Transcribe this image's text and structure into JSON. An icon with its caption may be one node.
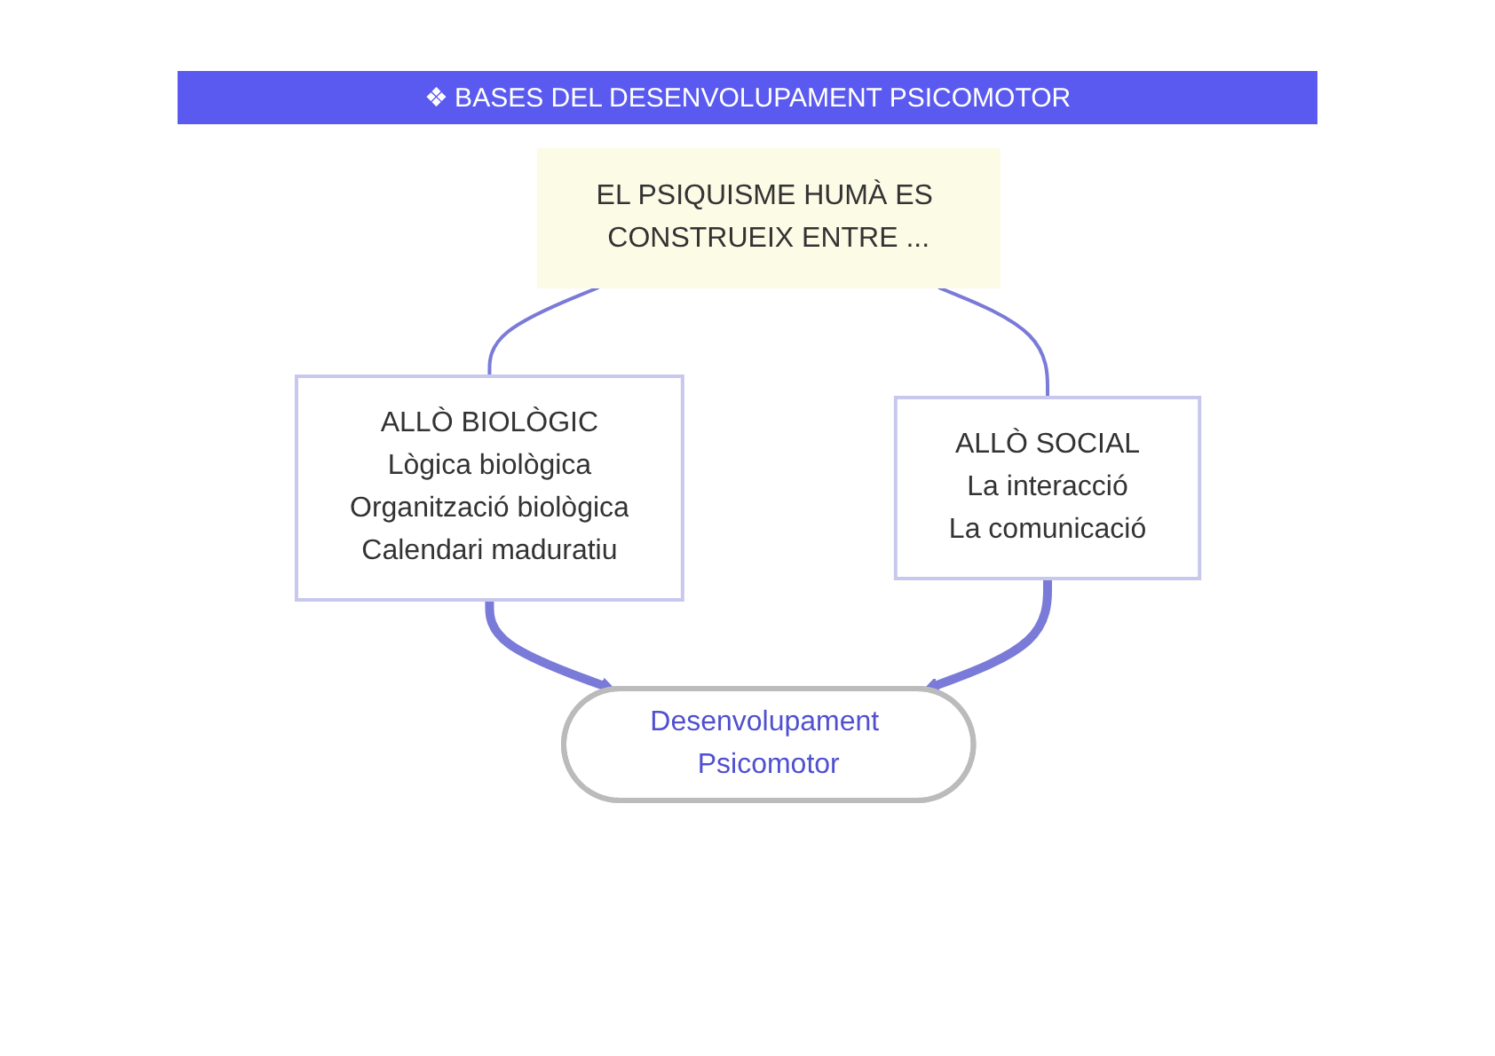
{
  "diagram": {
    "title": "❖ BASES DEL DESENVOLUPAMENT PSICOMOTOR",
    "nodes": [
      {
        "text": [
          "EL PSIQUISME HUMÀ ES CONSTRUEIX ENTRE ..."
        ]
      },
      {
        "text": [
          "ALLÒ BIOLÒGIC",
          "Lògica biològica",
          "Organització biològica",
          "Calendari maduratiu"
        ]
      },
      {
        "text": [
          "ALLÒ SOCIAL",
          "La interacció",
          "La comunicació"
        ]
      },
      {
        "text": [
          "Desenvolupament Psicomotor"
        ]
      }
    ],
    "edges": [
      {
        "from": 0,
        "to": 1,
        "arrow": "none"
      },
      {
        "from": 0,
        "to": 2,
        "arrow": "none"
      },
      {
        "from": 1,
        "to": 3,
        "arrow": "to",
        "style": "thick"
      },
      {
        "from": 2,
        "to": 3,
        "arrow": "to",
        "style": "thick"
      }
    ]
  }
}
